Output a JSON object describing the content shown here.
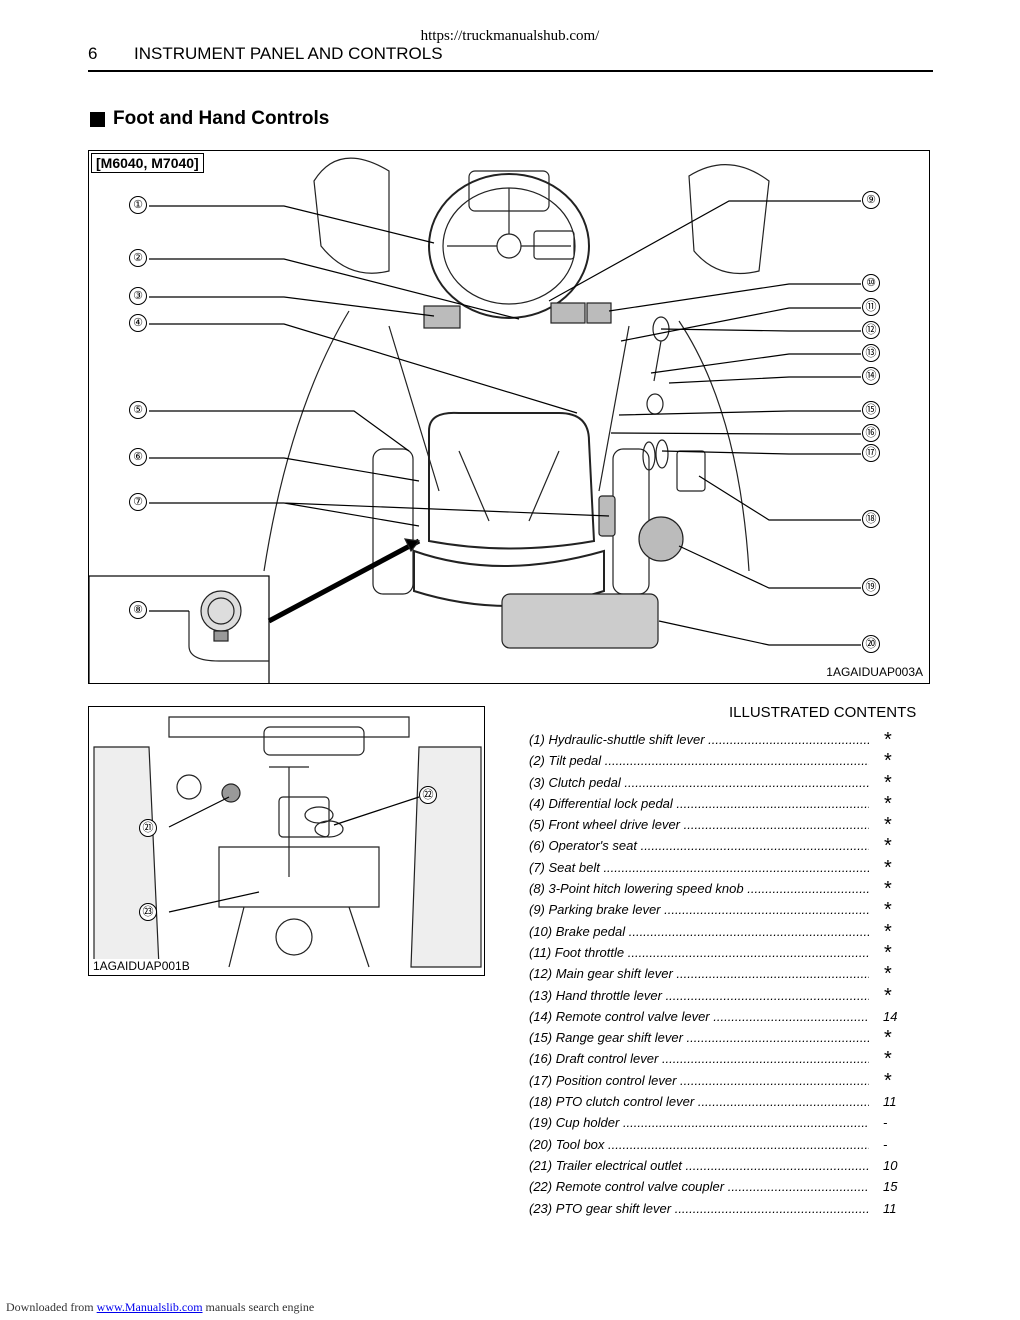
{
  "header": {
    "url": "https://truckmanualshub.com/",
    "page_number": "6",
    "chapter_title": "INSTRUMENT PANEL AND CONTROLS"
  },
  "section_title": "Foot and Hand Controls",
  "figure_main": {
    "model_tag": "[M6040, M7040]",
    "code": "1AGAIDUAP003A",
    "callouts_left": [
      "①",
      "②",
      "③",
      "④",
      "⑤",
      "⑥",
      "⑦",
      "⑧"
    ],
    "callouts_right": [
      "⑨",
      "⑩",
      "⑪",
      "⑫",
      "⑬",
      "⑭",
      "⑮",
      "⑯",
      "⑰",
      "⑱",
      "⑲",
      "⑳"
    ]
  },
  "figure_small": {
    "code": "1AGAIDUAP001B",
    "callouts": [
      "㉑",
      "㉒",
      "㉓"
    ]
  },
  "contents": {
    "heading": "ILLUSTRATED CONTENTS",
    "items": [
      {
        "label": "(1) Hydraulic-shuttle shift lever",
        "ref": "*"
      },
      {
        "label": "(2) Tilt pedal",
        "ref": "*"
      },
      {
        "label": "(3) Clutch pedal",
        "ref": "*"
      },
      {
        "label": "(4) Differential lock pedal",
        "ref": "*"
      },
      {
        "label": "(5) Front wheel drive lever",
        "ref": "*"
      },
      {
        "label": "(6) Operator's seat",
        "ref": "*"
      },
      {
        "label": "(7) Seat belt",
        "ref": "*"
      },
      {
        "label": "(8) 3-Point hitch lowering speed knob",
        "ref": "*"
      },
      {
        "label": "(9) Parking brake lever",
        "ref": "*"
      },
      {
        "label": "(10) Brake pedal",
        "ref": "*"
      },
      {
        "label": "(11) Foot throttle",
        "ref": "*"
      },
      {
        "label": "(12) Main gear shift lever",
        "ref": "*"
      },
      {
        "label": "(13) Hand throttle lever",
        "ref": "*"
      },
      {
        "label": "(14) Remote control valve lever",
        "ref": "14"
      },
      {
        "label": "(15) Range gear shift lever",
        "ref": "*"
      },
      {
        "label": "(16) Draft control lever",
        "ref": "*"
      },
      {
        "label": "(17) Position control lever",
        "ref": "*"
      },
      {
        "label": "(18) PTO clutch control lever",
        "ref": "11"
      },
      {
        "label": "(19) Cup holder",
        "ref": "-"
      },
      {
        "label": "(20) Tool box",
        "ref": "-"
      },
      {
        "label": "(21) Trailer electrical outlet",
        "ref": "10"
      },
      {
        "label": "(22) Remote control valve coupler",
        "ref": "15"
      },
      {
        "label": "(23) PTO gear shift lever",
        "ref": "11"
      }
    ]
  },
  "footer": {
    "prefix": "Downloaded from",
    "link_text": "www.Manualslib.com",
    "suffix": "manuals search engine"
  }
}
